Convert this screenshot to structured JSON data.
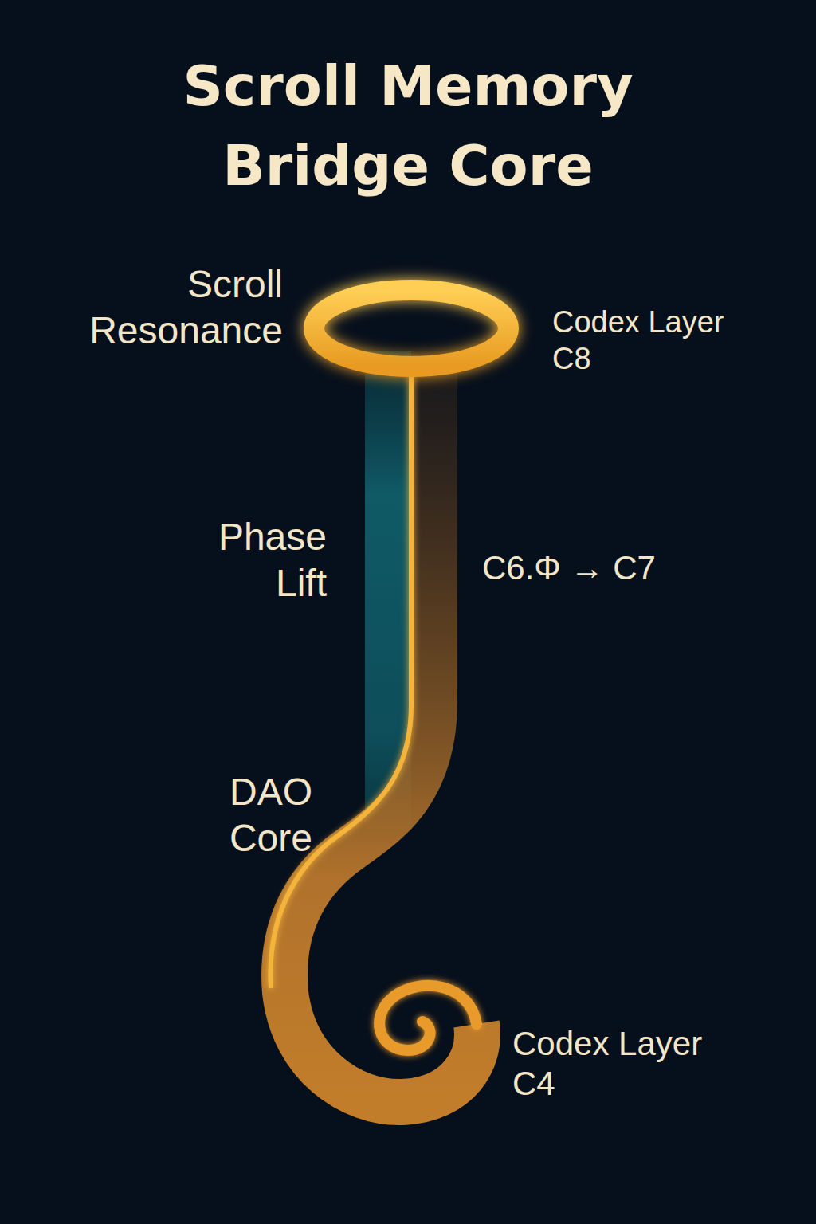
{
  "diagram": {
    "title": "Scroll Memory Bridge Core",
    "labels": [
      "Scroll Resonance",
      "Codex Layer C8",
      "Phase Lift",
      "C6.Φ → C7",
      "DAO Core",
      "Codex Layer C4"
    ]
  }
}
